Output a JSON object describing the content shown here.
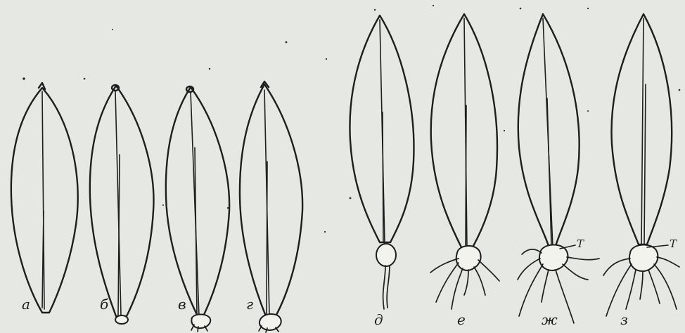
{
  "figure": {
    "panels": [
      {
        "id": "a",
        "label": "а",
        "stage": "leaf"
      },
      {
        "id": "b",
        "label": "б",
        "stage": "leaf-callus-start"
      },
      {
        "id": "v",
        "label": "в",
        "stage": "leaf-callus"
      },
      {
        "id": "g",
        "label": "г",
        "stage": "leaf-callus-large"
      },
      {
        "id": "d",
        "label": "д",
        "stage": "leaf-bulb-root"
      },
      {
        "id": "e",
        "label": "е",
        "stage": "leaf-bulb-roots"
      },
      {
        "id": "zh",
        "label": "ж",
        "stage": "leaf-bulb-roots-many",
        "marker": "Т"
      },
      {
        "id": "z",
        "label": "з",
        "stage": "leaf-bulb-roots-many",
        "marker": "Т"
      }
    ],
    "colors": {
      "background": "#e6e8e3",
      "ink": "#1e1e1e"
    }
  }
}
